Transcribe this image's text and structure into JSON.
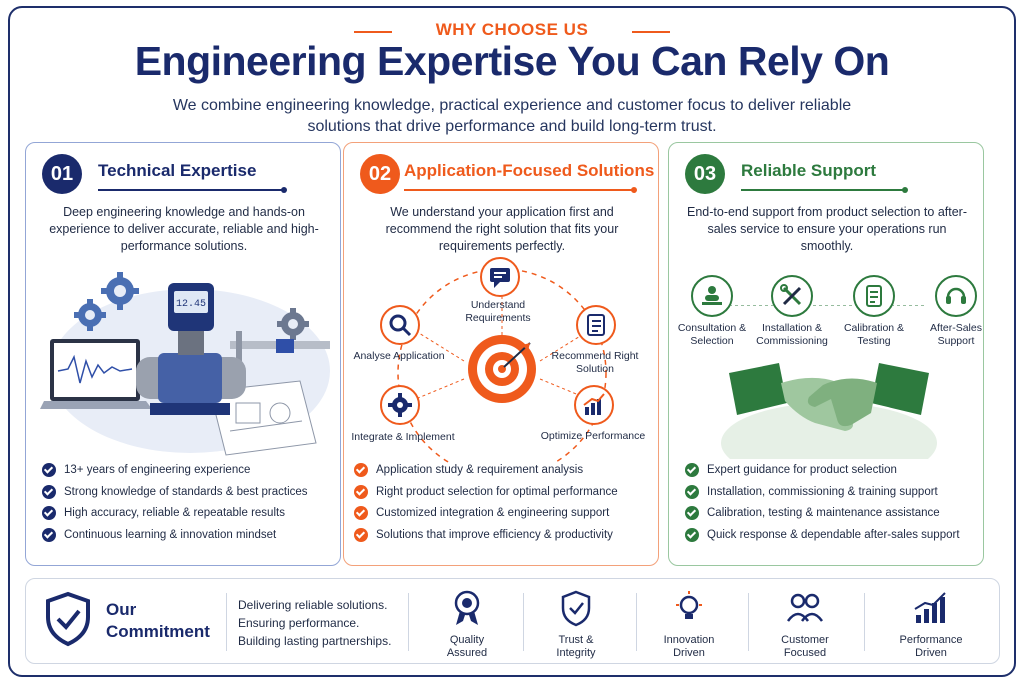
{
  "header": {
    "kicker": "WHY CHOOSE US",
    "title": "Engineering Expertise You Can Rely On",
    "subtitle": "We combine engineering knowledge, practical experience and customer focus to deliver reliable solutions that drive performance and build long-term trust."
  },
  "colors": {
    "navy": "#1a2a6c",
    "orange": "#ef5a1c",
    "green": "#2d7a3e"
  },
  "cards": [
    {
      "number": "01",
      "title": "Technical Expertise",
      "description": "Deep engineering knowledge and hands-on experience to deliver accurate, reliable and high-performance solutions.",
      "illustration_readout": "12.45",
      "bullets": [
        "13+ years of engineering experience",
        "Strong knowledge of standards & best practices",
        "High accuracy, reliable & repeatable results",
        "Continuous learning & innovation mindset"
      ]
    },
    {
      "number": "02",
      "title": "Application-Focused Solutions",
      "description": "We understand your application first and recommend the right solution that fits your requirements perfectly.",
      "cycle": {
        "understand": "Understand Requirements",
        "recommend": "Recommend Right Solution",
        "optimize": "Optimize Performance",
        "integrate": "Integrate & Implement",
        "analyse": "Analyse Application"
      },
      "bullets": [
        "Application study & requirement analysis",
        "Right product selection for optimal performance",
        "Customized integration & engineering support",
        "Solutions that improve efficiency & productivity"
      ]
    },
    {
      "number": "03",
      "title": "Reliable Support",
      "description": "End-to-end support from product selection to after-sales service to ensure your operations run smoothly.",
      "services": [
        {
          "label": "Consultation & Selection",
          "icon": "consultation-icon"
        },
        {
          "label": "Installation & Commissioning",
          "icon": "tools-icon"
        },
        {
          "label": "Calibration & Testing",
          "icon": "checklist-icon"
        },
        {
          "label": "After-Sales Support",
          "icon": "headset-icon"
        }
      ],
      "bullets": [
        "Expert guidance for product selection",
        "Installation, commissioning & training support",
        "Calibration, testing & maintenance assistance",
        "Quick response & dependable after-sales support"
      ]
    }
  ],
  "commitment": {
    "title_line1": "Our",
    "title_line2": "Commitment",
    "lines": [
      "Delivering reliable solutions.",
      "Ensuring performance.",
      "Building lasting partnerships."
    ],
    "values": [
      {
        "line1": "Quality",
        "line2": "Assured",
        "icon": "ribbon-icon"
      },
      {
        "line1": "Trust &",
        "line2": "Integrity",
        "icon": "shield-check-icon"
      },
      {
        "line1": "Innovation",
        "line2": "Driven",
        "icon": "lightbulb-icon"
      },
      {
        "line1": "Customer",
        "line2": "Focused",
        "icon": "people-icon"
      },
      {
        "line1": "Performance",
        "line2": "Driven",
        "icon": "growth-chart-icon"
      }
    ]
  }
}
